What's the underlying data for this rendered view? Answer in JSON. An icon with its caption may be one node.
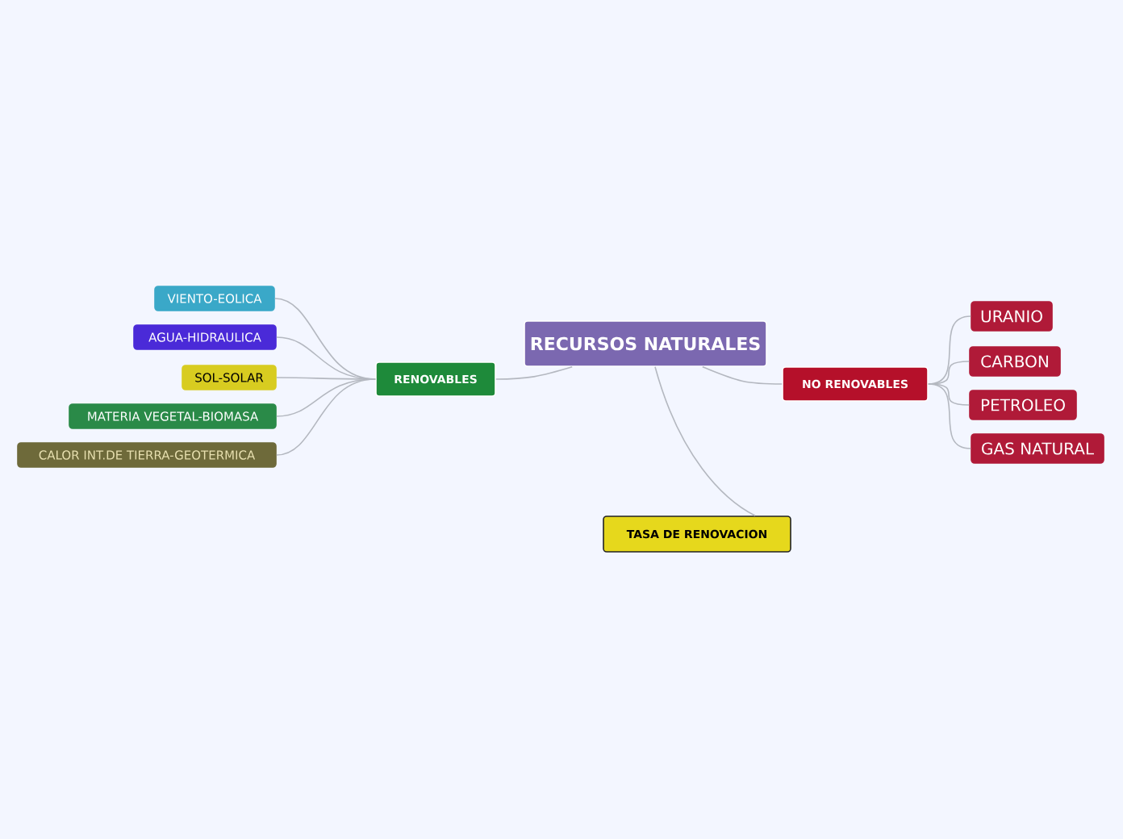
{
  "diagram": {
    "nodes": [
      {
        "text": [
          "RECURSOS NATURALES"
        ]
      },
      {
        "text": [
          "RENOVABLES"
        ]
      },
      {
        "text": [
          "NO RENOVABLES"
        ]
      },
      {
        "text": [
          "TASA DE RENOVACION"
        ]
      },
      {
        "text": [
          "VIENTO-EOLICA"
        ]
      },
      {
        "text": [
          "AGUA-HIDRAULICA"
        ]
      },
      {
        "text": [
          "SOL-SOLAR"
        ]
      },
      {
        "text": [
          "MATERIA VEGETAL-BIOMASA"
        ]
      },
      {
        "text": [
          "CALOR INT.DE TIERRA-GEOTERMICA"
        ]
      },
      {
        "text": [
          "URANIO"
        ]
      },
      {
        "text": [
          "CARBON"
        ]
      },
      {
        "text": [
          "PETROLEO"
        ]
      },
      {
        "text": [
          "GAS NATURAL"
        ]
      }
    ],
    "edges": [
      {
        "from": 0,
        "to": 1,
        "arrow": "none"
      },
      {
        "from": 0,
        "to": 2,
        "arrow": "none"
      },
      {
        "from": 0,
        "to": 3,
        "arrow": "none"
      },
      {
        "from": 1,
        "to": 4,
        "arrow": "none"
      },
      {
        "from": 1,
        "to": 5,
        "arrow": "none"
      },
      {
        "from": 1,
        "to": 6,
        "arrow": "none"
      },
      {
        "from": 1,
        "to": 7,
        "arrow": "none"
      },
      {
        "from": 1,
        "to": 8,
        "arrow": "none"
      },
      {
        "from": 2,
        "to": 9,
        "arrow": "none"
      },
      {
        "from": 2,
        "to": 10,
        "arrow": "none"
      },
      {
        "from": 2,
        "to": 11,
        "arrow": "none"
      },
      {
        "from": 2,
        "to": 12,
        "arrow": "none"
      }
    ]
  }
}
